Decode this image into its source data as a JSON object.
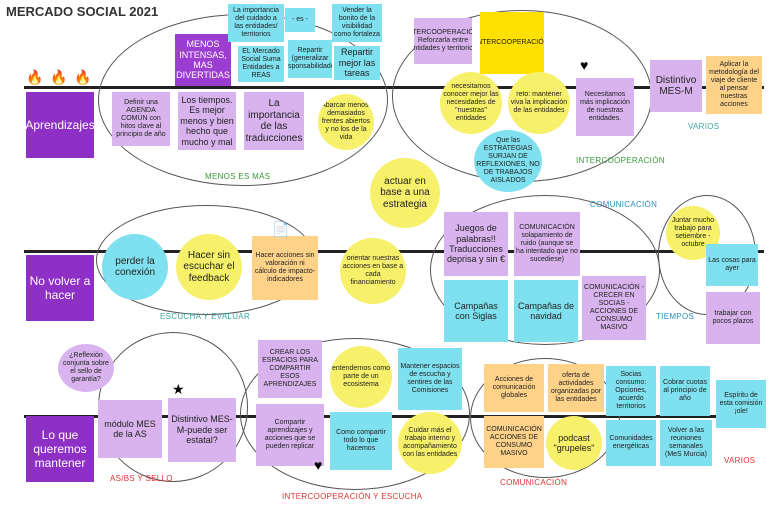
{
  "title": "MERCADO SOCIAL 2021",
  "rows": {
    "r1": "Aprendizajes",
    "r2": "No volver a hacer",
    "r3": "Lo que queremos mantener"
  },
  "sections": {
    "menos": "MENOS ES MÁS",
    "inter1": "INTERCOOPERACIÓN",
    "varios1": "VARIOS",
    "comun1": "COMUNICACIÓN",
    "escucha": "ESCUCHA Y EVALUAR",
    "tiempos": "TIEMPOS",
    "asbs": "AS/BS Y SELLO",
    "inter2": "INTERCOOPERACIÓN Y ESCUCHA",
    "comun2": "COMUNICACIÓN",
    "varios2": "VARIOS"
  },
  "notes": {
    "n_agenda": "Definir una AGENDA COMÚN con hitos clave al principio de año",
    "n_menos_intensas": "MENOS INTENSAS, MAS DIVERTIDAS",
    "n_tiempos": "Los tiempos. Es mejor menos y bien hecho que mucho y mal",
    "n_importancia_cuidado": "La importancia del cuidado a las entidades/ territorios",
    "n_mercado_suma": "EL Mercado Social Suma Entidades a REAS",
    "n_es": "- es -",
    "n_repartir": "Repartir (generalizar responsabilidades",
    "n_vender": "Vender la bonito de la visibilidad como fortaleza",
    "n_repartir2": "Repartir mejor las tareas",
    "n_importancia_trad": "La importancia de las traducciones",
    "n_abarcar": "Abarcar menos-demasiados frentes abiertos y no los de la vida",
    "n_inter_refl": "INTERCOOPERACIÓN: Reforzarla entre entidades y territorios",
    "n_intercoop": "INTERCOOPERACIÓN",
    "n_necesitamos": "necesitamos conocer mejor las necesidades de \"nuestras\" entidades",
    "n_reto": "reto: mantener viva la implicación de las entidades",
    "n_necesitamos2": "Necesitamos más implicación de nuestras entidades.",
    "n_estrategias": "Que las ESTRATEGIAS SURJAN DE REFLEXIONES, NO DE TRABAJOS AISLADOS",
    "n_distintivo": "Distintivo MES-M",
    "n_aplicar": "Aplicar la metodología del viaje de cliente al pensar nuestras acciones",
    "n_actuar": "actuar en base a una estrategia",
    "n_perder": "perder la conexión",
    "n_hacer": "Hacer sin escuchar el feedback",
    "n_hacer_acc": "Hacer acciones sin valoración ni cálculo de impacto-indicadores",
    "n_orientar": "orientar nuestras acciones en base a cada financiamiento",
    "n_juegos": "Juegos de palabras!! Traducciones deprisa y sin €",
    "n_comun_solap": "COMUNICACIÓN solapamiento de ruido (aunque se ha intentado que no sucediese)",
    "n_juntar": "Juntar mucho trabajo para setiembre - octubre",
    "n_cosas": "Las cosas para ayer",
    "n_campanas_siglas": "Campañas con Siglas",
    "n_campanas_navidad": "Campañas de navidad",
    "n_crecer": "COMUNICACIÓN - CRECER EN SOCIAS - ACCIONES DE CONSUMO MASIVO",
    "n_trabajar": "trabajar con pocos plazos",
    "n_reflexion": "¿Reflexión conjunta sobre el sello de garantía?",
    "n_modulo": "módulo MES de la AS",
    "n_distintivo2": "Distintivo MES-M-puede ser estatal?",
    "n_crear": "CREAR LOS ESPACIOS PARA COMPARTIR ESOS APRENDIZAJES",
    "n_compartir": "Compartir aprendizajes y acciones que se pueden replicar",
    "n_entendernos": "entendernos como parte de un ecosistema",
    "n_como": "Como compartir todo lo que hacemos",
    "n_mantener": "Mantener espacios de escucha y sentires de las Comisiones",
    "n_cuidar": "Cuidar más el trabajo interno y acompañamiento con las entidades",
    "n_acciones_glob": "Acciones de comunicación globales",
    "n_oferta": "oferta de actividades organizadas por las entidades",
    "n_comun_consumo": "COMUNICACIÓN ACCIONES DE CONSUMO MASIVO",
    "n_podcast": "podcast \"grupeles\"",
    "n_socias": "Socias consumo: Opciones, acuerdo territorios",
    "n_cobrar": "Cobrar cuotas al principio de año",
    "n_comunidades": "Comunidades energéticas",
    "n_volver": "Volver a las reuniones semanales (MeS Murcia)",
    "n_espiritu": "Espíritu de esta comisión ¡ole!"
  },
  "icons": {
    "fire": "fire-icon",
    "heart": "heart-icon",
    "star": "star-icon",
    "doc": "document-icon"
  },
  "colors": {
    "row_label": "#8e30c6",
    "lilac": "#d9b3ee",
    "yellow": "#f7f06a",
    "cyan": "#7fe0ef",
    "peach": "#ffd28a"
  }
}
